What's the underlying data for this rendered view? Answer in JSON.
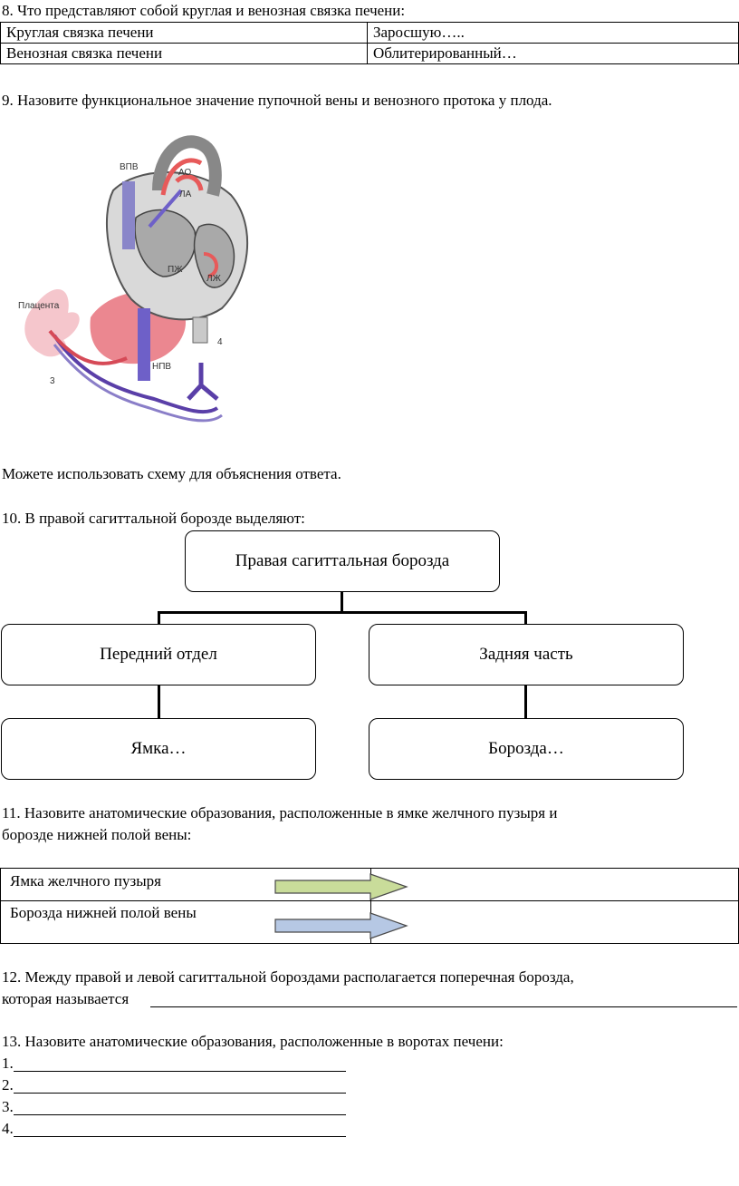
{
  "q8": {
    "title": "8. Что представляют собой круглая и венозная связка печени:",
    "rows": [
      [
        "Круглая связка печени",
        "Заросшую….."
      ],
      [
        "Венозная связка печени",
        "Облитерированный…"
      ]
    ]
  },
  "q9": {
    "title": "9. Назовите функциональное значение пупочной вены и венозного протока у плода.",
    "figure_labels": {
      "vpv": "ВПВ",
      "ao": "АО",
      "la": "ЛА",
      "pzh": "ПЖ",
      "lzh": "ЛЖ",
      "placenta": "Плацента",
      "npv": "НПВ",
      "n3": "3",
      "n4": "4"
    },
    "note": "Можете использовать схему для объяснения ответа."
  },
  "q10": {
    "title": "10. В правой сагиттальной борозде выделяют:",
    "top": "Правая сагиттальная борозда",
    "left_mid": "Передний отдел",
    "right_mid": "Задняя часть",
    "left_bottom": "Ямка…",
    "right_bottom": "Борозда…"
  },
  "q11": {
    "title_line1": "11. Назовите анатомические образования, расположенные в ямке желчного пузыря и",
    "title_line2": "борозде нижней полой вены:",
    "row1": "Ямка желчного пузыря",
    "row2": "Борозда нижней полой вены",
    "arrow1_color": "#c9dc9a",
    "arrow2_color": "#b6c8e4"
  },
  "q12": {
    "line1": "12. Между правой и левой сагиттальной бороздами располагается поперечная борозда,",
    "line2": "которая называется"
  },
  "q13": {
    "title": "13. Назовите анатомические образования, расположенные в воротах печени:",
    "items": [
      "1.",
      "2.",
      "3.",
      "4."
    ]
  }
}
